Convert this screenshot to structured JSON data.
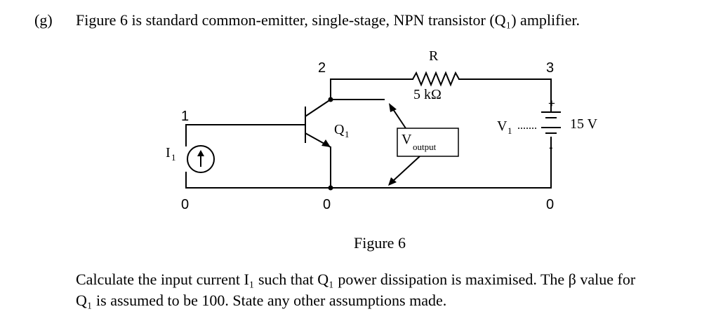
{
  "question": {
    "part_label": "(g)",
    "intro": "Figure 6 is standard common-emitter, single-stage, NPN transistor (Q₁) amplifier.",
    "figure_caption": "Figure 6",
    "line1": "Calculate the input current I₁ such that Q₁ power dissipation is maximised.  The β value for",
    "line2": "Q₁ is assumed to be 100.  State any other assumptions made."
  },
  "circuit": {
    "node_1": "1",
    "node_2": "2",
    "node_3": "3",
    "node_0_left": "0",
    "node_0_mid": "0",
    "node_0_right": "0",
    "resistor_name": "R",
    "resistor_value": "5 kΩ",
    "transistor_main": "Q",
    "transistor_sub": "1",
    "source_current_main": "I",
    "source_current_sub": "1",
    "source_voltage_main": "V",
    "source_voltage_sub": "1",
    "voltage_value": "15 V",
    "plus_sign": "+",
    "minus_sign": "-",
    "meter_main": "V",
    "meter_sub": "output"
  }
}
